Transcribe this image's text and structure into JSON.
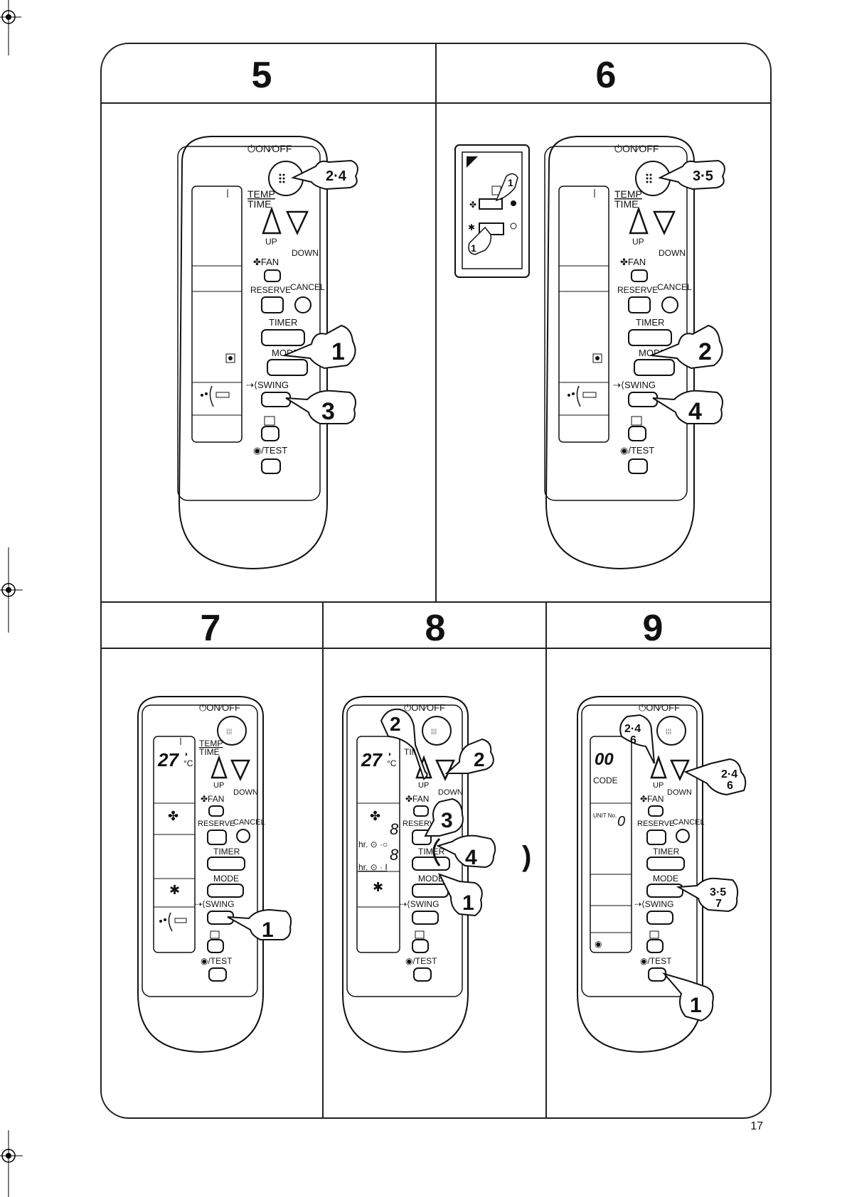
{
  "page_number": "17",
  "panels": [
    {
      "number": "5",
      "steps": [
        {
          "label": "2·4",
          "target": "on-off"
        },
        {
          "label": "1",
          "target": "mode"
        },
        {
          "label": "3",
          "target": "swing"
        }
      ],
      "display": {
        "icons": [
          "dry-icon",
          "swing-icon"
        ],
        "temp": ""
      }
    },
    {
      "number": "6",
      "steps": [
        {
          "label": "3·5",
          "target": "on-off"
        },
        {
          "label": "2",
          "target": "mode"
        },
        {
          "label": "4",
          "target": "swing"
        }
      ],
      "switch_panel_steps": [
        "1",
        "1"
      ],
      "display": {
        "icons": [
          "dry-icon",
          "swing-icon"
        ],
        "temp": ""
      }
    },
    {
      "number": "7",
      "steps": [
        {
          "label": "1",
          "target": "swing"
        }
      ],
      "display": {
        "temp": "27",
        "unit": "°C",
        "icons": [
          "fan-icon",
          "cool-icon",
          "swing-icon"
        ]
      }
    },
    {
      "number": "8",
      "steps": [
        {
          "label": "2",
          "target": "up"
        },
        {
          "label": "2",
          "target": "down"
        },
        {
          "label": "3",
          "target": "reserve"
        },
        {
          "label": "4",
          "target": "timer"
        },
        {
          "label": "1",
          "target": "mode"
        }
      ],
      "bracket_close": ")",
      "display": {
        "temp": "27",
        "unit": "°C",
        "timer_on": "hr.",
        "timer_off": "hr.",
        "digit": "8"
      }
    },
    {
      "number": "9",
      "steps": [
        {
          "label": "2·4\n6",
          "target": "up"
        },
        {
          "label": "2·4\n6",
          "target": "down"
        },
        {
          "label": "3·5\n7",
          "target": "mode"
        },
        {
          "label": "1",
          "target": "test"
        }
      ],
      "display": {
        "code_value": "00",
        "code_label": "CODE",
        "unit_label": "UNIT No.",
        "unit_value": "0"
      }
    }
  ],
  "remote_labels": {
    "on_off": "ON/OFF",
    "temp": "TEMP",
    "time": "TIME",
    "up": "UP",
    "down": "DOWN",
    "fan": "FAN",
    "reserve": "RESERVE",
    "cancel": "CANCEL",
    "timer": "TIMER",
    "mode": "MODE",
    "swing": "SWING",
    "test": "/TEST"
  }
}
